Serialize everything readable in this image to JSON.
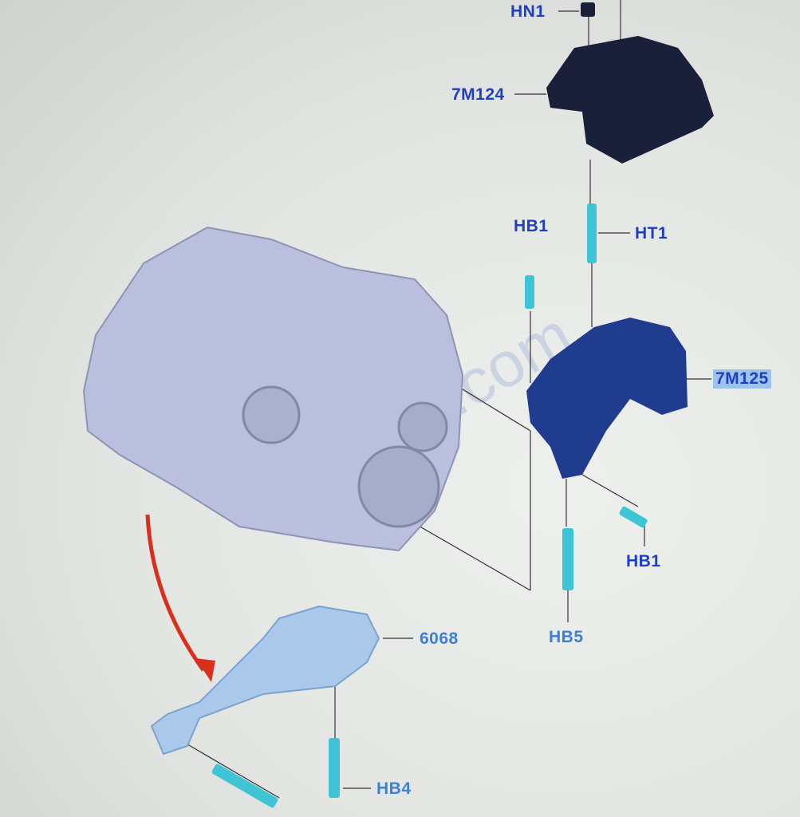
{
  "colors": {
    "label_dark": "#1d3fc4",
    "label_light": "#3d7fd6",
    "bolt": "#3fc4d6",
    "bracket": "#1f3c8f",
    "mount_top": "#1a1f3a",
    "transmission": "#b9bfdc",
    "arrow": "#d8301c"
  },
  "watermark": ".com",
  "labels": {
    "hn1": "HN1",
    "m124": "7M124",
    "hb1_top": "HB1",
    "ht1": "HT1",
    "m125": "7M125",
    "hb1_bottom": "HB1",
    "hb5": "HB5",
    "p6068": "6068",
    "hb4": "HB4"
  }
}
